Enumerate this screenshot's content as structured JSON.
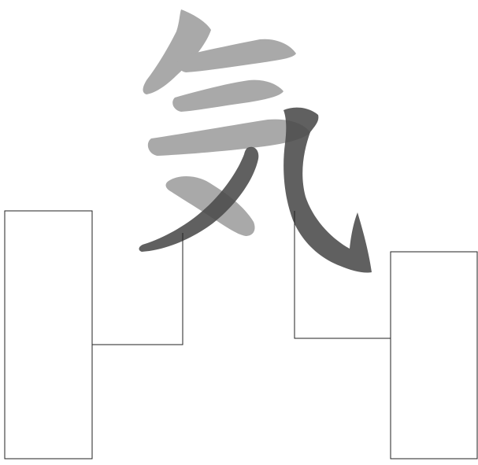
{
  "character": {
    "glyph": "気",
    "light_stroke_color": "#a9a9a9",
    "dark_stroke_color": "#4a4a4a",
    "highlighted_strokes": 2
  },
  "answer_boxes": [
    {
      "side": "left",
      "value": ""
    },
    {
      "side": "right",
      "value": ""
    }
  ],
  "line_color": "#222222"
}
